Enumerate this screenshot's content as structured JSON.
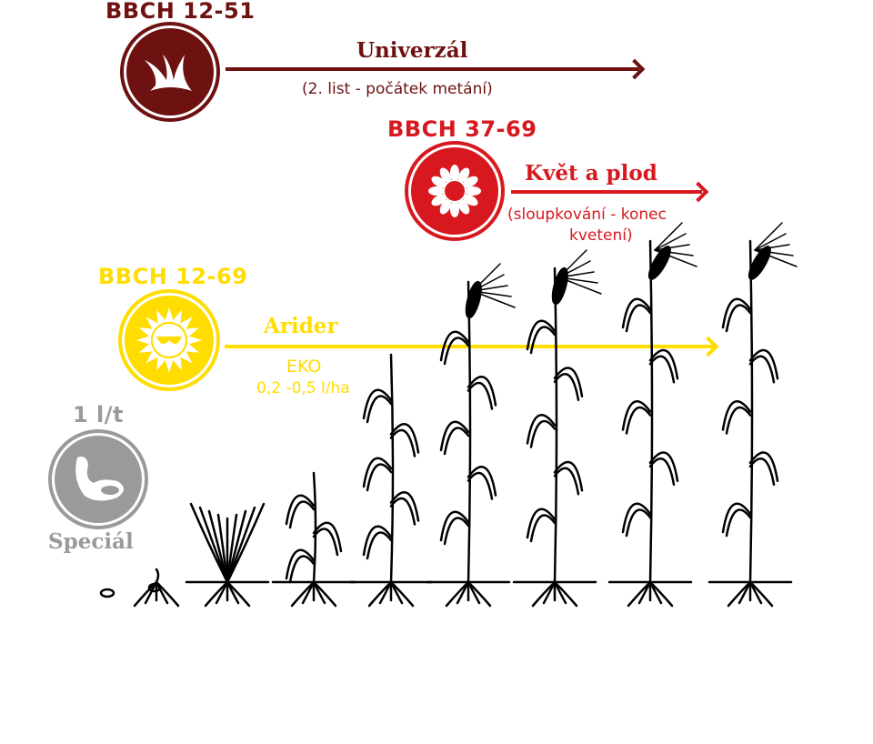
{
  "colors": {
    "universal": "#6e1111",
    "kvet": "#d7191f",
    "arider": "#ffdd00",
    "special": "#9a9a9a"
  },
  "universal": {
    "bbch": "BBCH 12-51",
    "product": "Univerzál",
    "stage": "(2. list - počátek metání)",
    "icon": "grass-icon"
  },
  "kvet": {
    "bbch": "BBCH 37-69",
    "product": "Květ a plod",
    "stage_line1": "(sloupkování - konec",
    "stage_line2": "kvetení)",
    "icon": "flower-icon"
  },
  "arider": {
    "bbch": "BBCH 12-69",
    "product": "Arider",
    "sub1": "EKO",
    "sub2": "0,2 -0,5 l/ha",
    "icon": "sun-sunglasses-icon"
  },
  "special": {
    "dose": "1 l/t",
    "product": "Speciál",
    "icon": "seed-icon"
  }
}
